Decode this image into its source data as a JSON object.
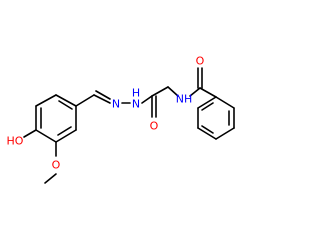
{
  "molecule": {
    "atom_labels": {
      "hydroxyl": "HO",
      "methoxy_oxygen": "O",
      "imine_nitrogen": "N",
      "hydrazide_nitrogen": "N",
      "hydrazide_hydrogen": "H",
      "carbonyl_oxygen": "O",
      "amide_nitrogen": "NH",
      "benzoyl_oxygen": "O"
    },
    "colors": {
      "bond": "#000000",
      "nitrogen": "#0000ff",
      "oxygen": "#ff0000"
    }
  }
}
